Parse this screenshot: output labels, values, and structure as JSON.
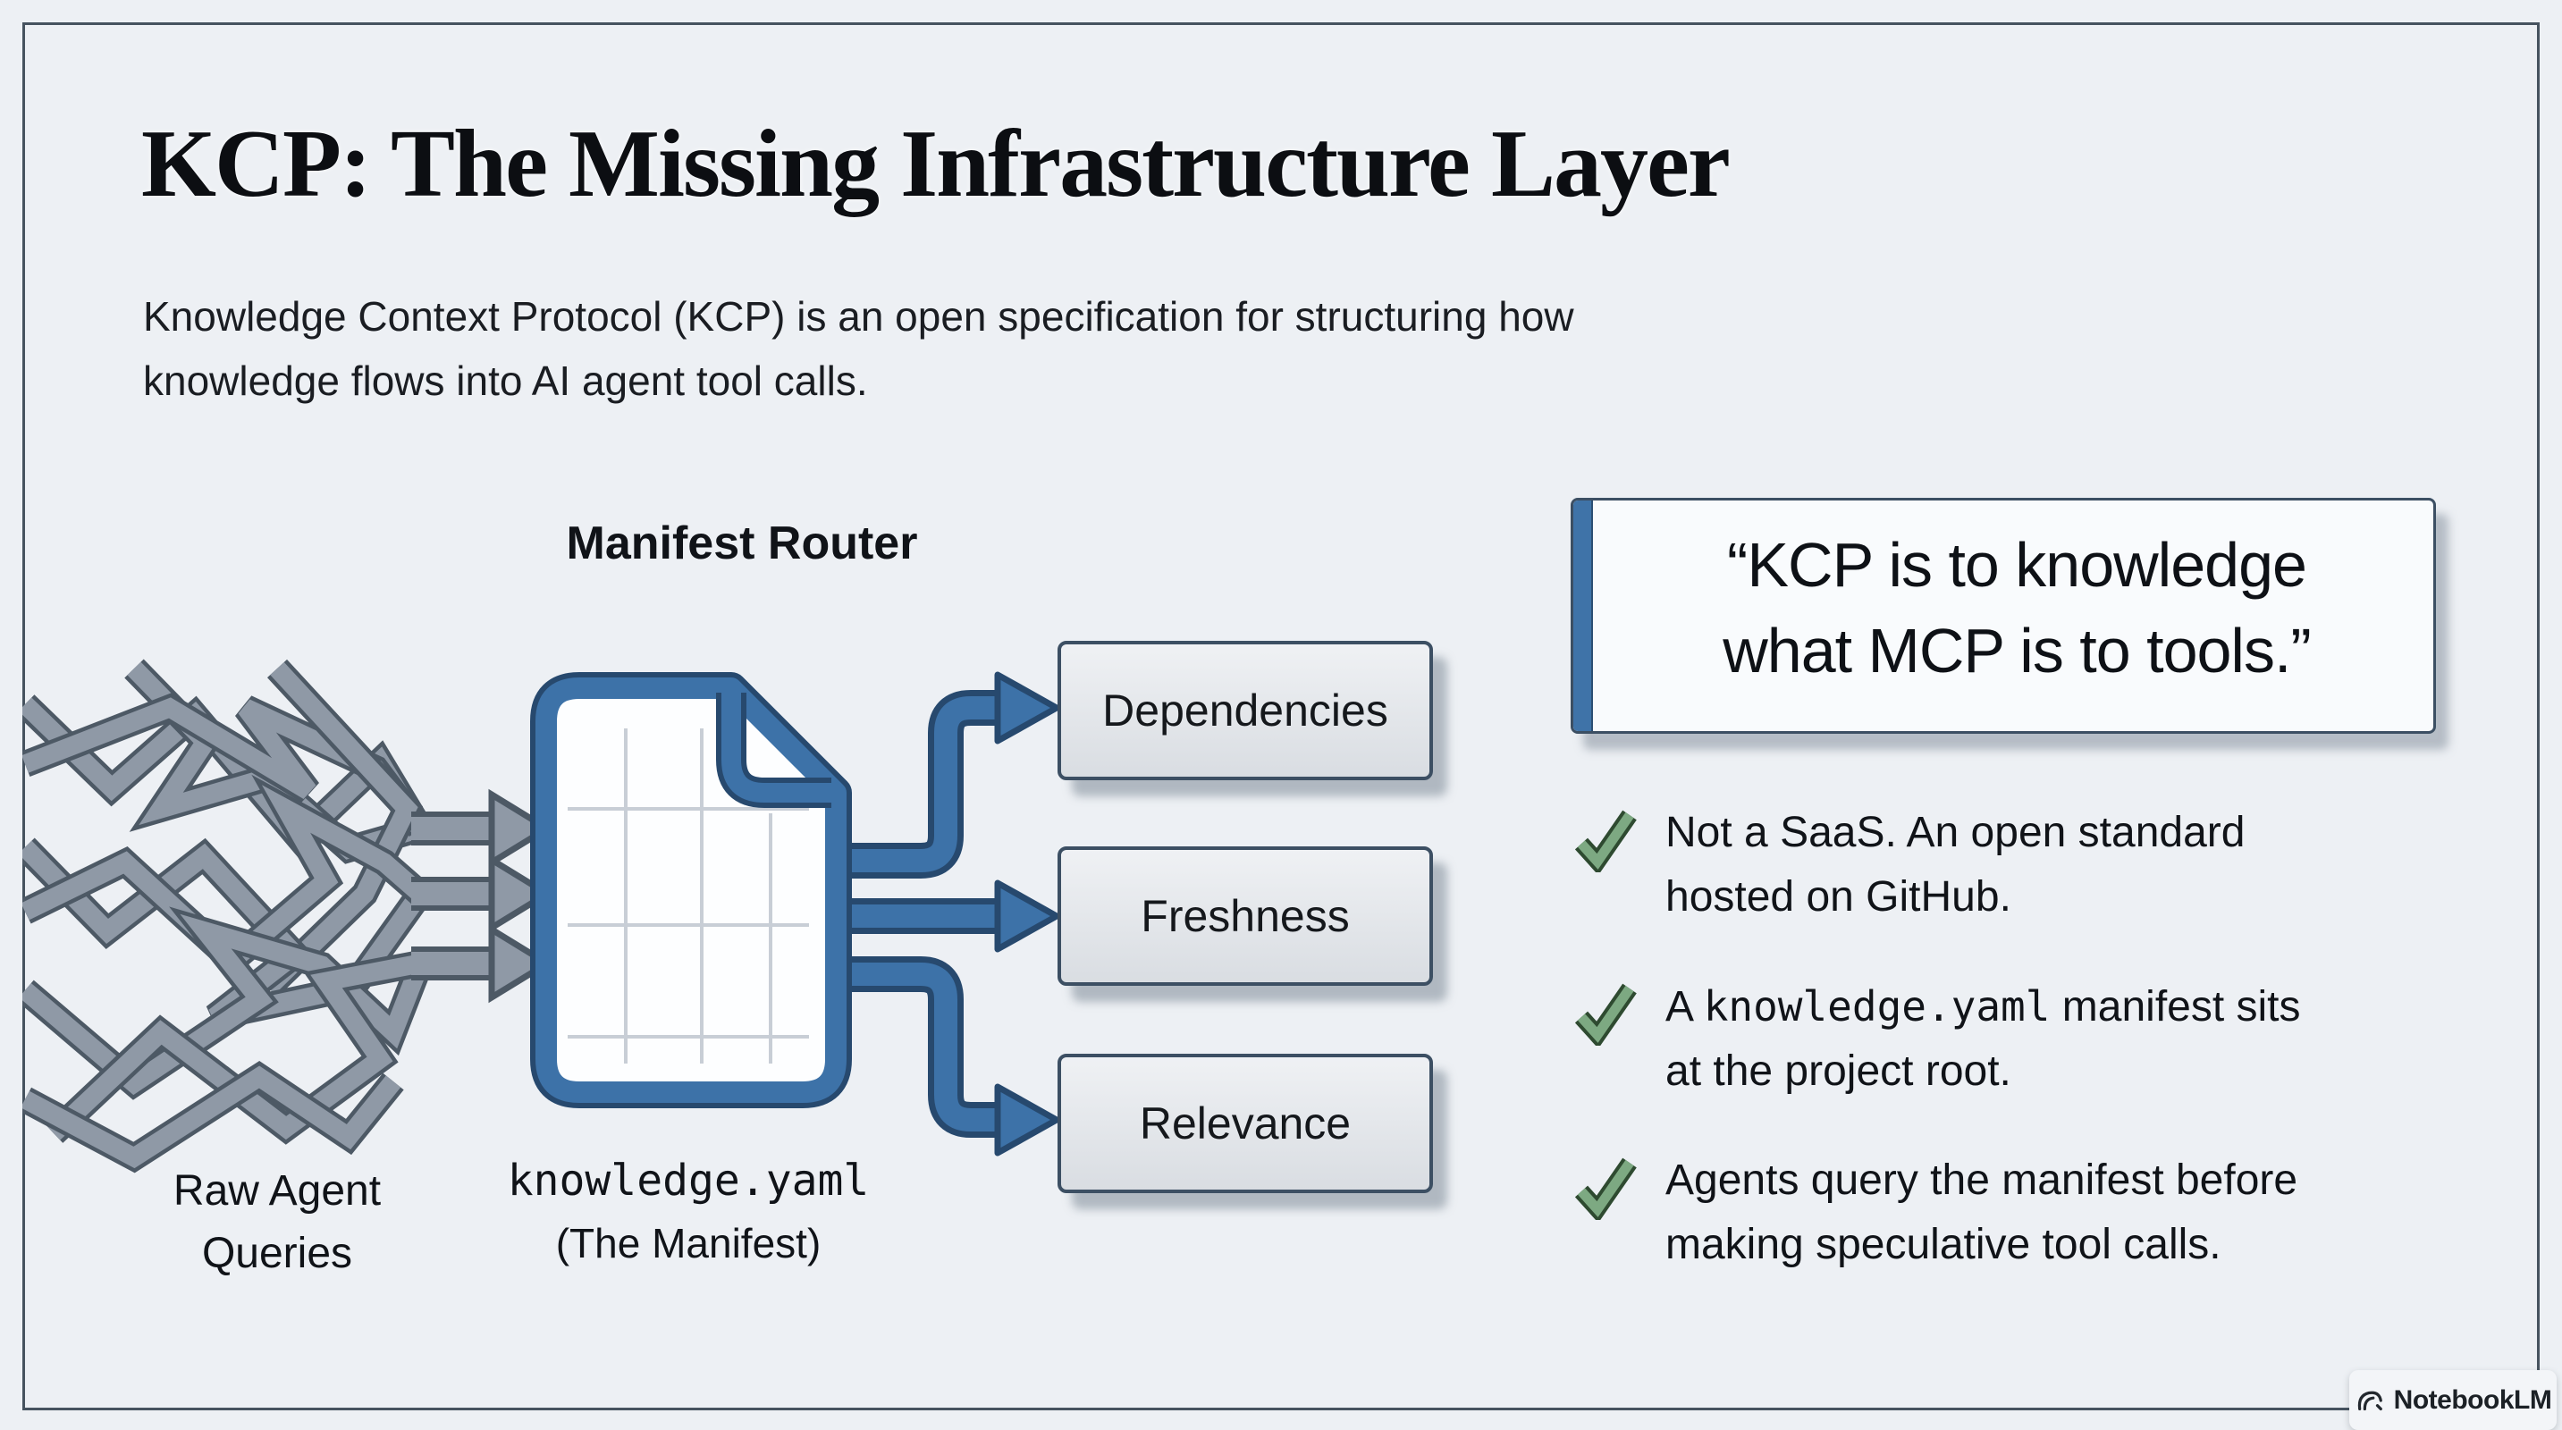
{
  "header": {
    "title": "KCP: The Missing Infrastructure Layer",
    "subtitle_lines": [
      "Knowledge Context Protocol (KCP) is an open specification for structuring how",
      "knowledge flows into AI agent tool calls."
    ]
  },
  "diagram": {
    "router_label": "Manifest Router",
    "source_label_lines": [
      "Raw Agent",
      "Queries"
    ],
    "manifest_file": "knowledge.yaml",
    "manifest_caption": "(The Manifest)",
    "output_boxes": [
      "Dependencies",
      "Freshness",
      "Relevance"
    ]
  },
  "quote": {
    "lines": [
      "“KCP is to knowledge",
      "what MCP is to tools.”"
    ]
  },
  "bullets": [
    {
      "lines": [
        [
          {
            "t": "Not a SaaS. An open standard"
          }
        ],
        [
          {
            "t": "hosted on GitHub."
          }
        ]
      ]
    },
    {
      "lines": [
        [
          {
            "t": "A "
          },
          {
            "t": "knowledge.yaml",
            "mono": true
          },
          {
            "t": " manifest sits"
          }
        ],
        [
          {
            "t": "at the project root."
          }
        ]
      ]
    },
    {
      "lines": [
        [
          {
            "t": "Agents query the manifest before"
          }
        ],
        [
          {
            "t": "making speculative tool calls."
          }
        ]
      ]
    }
  ],
  "badge": {
    "label": "NotebookLM"
  },
  "colors": {
    "background": "#edf0f4",
    "frame_border": "#46535f",
    "accent_blue": "#3d72a8",
    "blue_outline": "#27496e",
    "gray_line": "#8f99a6",
    "gray_outline": "#4d5965",
    "check_green": "#7da982",
    "check_outline": "#2e4a30",
    "box_border": "#3c4f63"
  }
}
